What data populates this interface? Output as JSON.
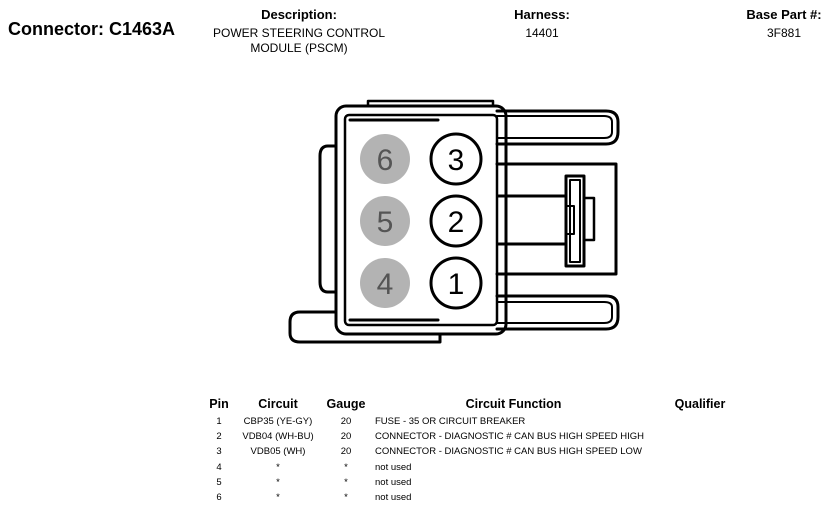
{
  "connector": {
    "label": "Connector: C1463A"
  },
  "header": {
    "description": {
      "label": "Description:",
      "line1": "POWER STEERING CONTROL",
      "line2": "MODULE (PSCM)"
    },
    "harness": {
      "label": "Harness:",
      "value": "14401"
    },
    "base_part": {
      "label": "Base Part #:",
      "value": "3F881"
    }
  },
  "diagram": {
    "pins": [
      {
        "number": "6",
        "status": "not used",
        "fill": "#b3b3b3"
      },
      {
        "number": "3",
        "status": "used",
        "fill": "#ffffff"
      },
      {
        "number": "5",
        "status": "not used",
        "fill": "#b3b3b3"
      },
      {
        "number": "2",
        "status": "used",
        "fill": "#ffffff"
      },
      {
        "number": "4",
        "status": "not used",
        "fill": "#b3b3b3"
      },
      {
        "number": "1",
        "status": "used",
        "fill": "#ffffff"
      }
    ],
    "colors": {
      "outline": "#000000",
      "unused_pin": "#b3b3b3",
      "used_pin": "#ffffff"
    }
  },
  "table": {
    "headers": {
      "pin": "Pin",
      "circuit": "Circuit",
      "gauge": "Gauge",
      "function": "Circuit Function",
      "qualifier": "Qualifier"
    },
    "rows": [
      {
        "pin": "1",
        "circuit": "CBP35 (YE-GY)",
        "gauge": "20",
        "function": "FUSE - 35 OR CIRCUIT BREAKER",
        "qualifier": ""
      },
      {
        "pin": "2",
        "circuit": "VDB04 (WH-BU)",
        "gauge": "20",
        "function": "CONNECTOR - DIAGNOSTIC # CAN BUS HIGH SPEED HIGH",
        "qualifier": ""
      },
      {
        "pin": "3",
        "circuit": "VDB05 (WH)",
        "gauge": "20",
        "function": "CONNECTOR - DIAGNOSTIC # CAN BUS HIGH SPEED LOW",
        "qualifier": ""
      },
      {
        "pin": "4",
        "circuit": "*",
        "gauge": "*",
        "function": "not used",
        "qualifier": ""
      },
      {
        "pin": "5",
        "circuit": "*",
        "gauge": "*",
        "function": "not used",
        "qualifier": ""
      },
      {
        "pin": "6",
        "circuit": "*",
        "gauge": "*",
        "function": "not used",
        "qualifier": ""
      }
    ]
  }
}
